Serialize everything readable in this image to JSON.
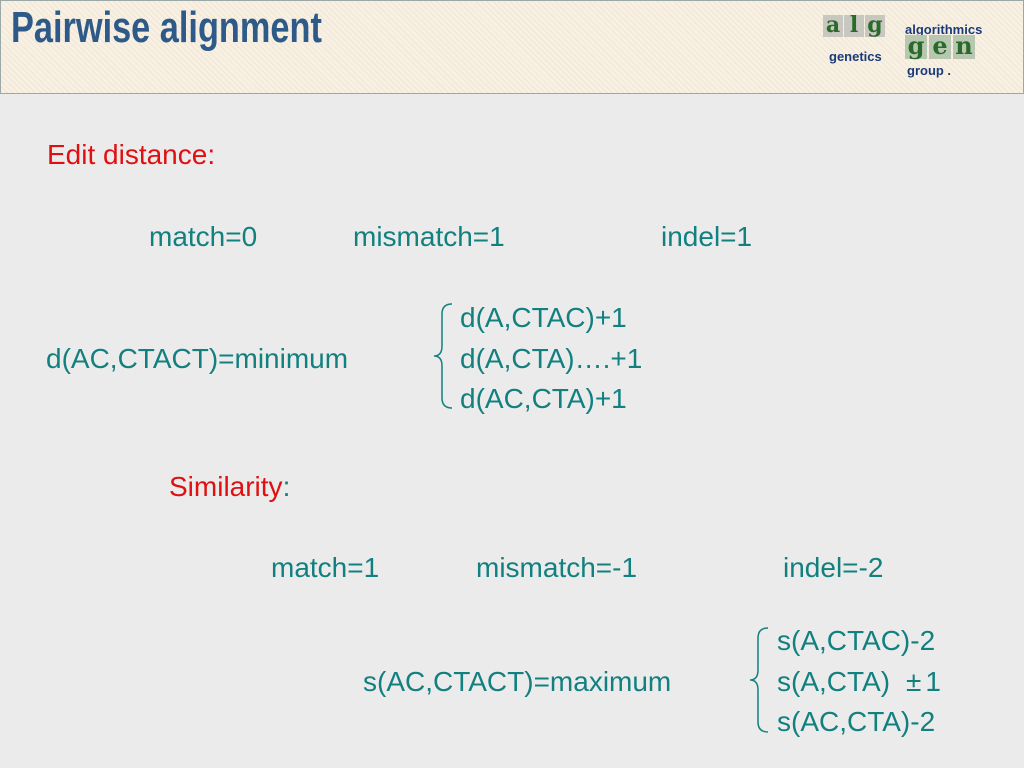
{
  "header": {
    "title": "Pairwise alignment",
    "logo": {
      "letters_top": [
        "a",
        "l",
        "g"
      ],
      "letters_bottom": [
        "g",
        "e",
        "n"
      ],
      "text_algorithmics": "algorithmics",
      "text_genetics": "genetics",
      "text_group": "group ."
    }
  },
  "edit": {
    "heading": "Edit distance:",
    "match": "match=0",
    "mismatch": "mismatch=1",
    "indel": "indel=1",
    "lhs": "d(AC,CTACT)=minimum",
    "options": [
      "d(A,CTAC)+1",
      "d(A,CTA)….+1",
      "d(AC,CTA)+1"
    ]
  },
  "similarity": {
    "heading": "Similarity",
    "heading_colon": ":",
    "match": "match=1",
    "mismatch": "mismatch=-1",
    "indel": "indel=-2",
    "lhs": "s(AC,CTACT)=maximum",
    "option1": "s(A,CTAC)-2",
    "option2_prefix": "s(A,CTA)",
    "option2_pm": "±",
    "option2_suffix": "1",
    "option3": "s(AC,CTA)-2"
  },
  "colors": {
    "title": "#2d5a88",
    "text": "#138080",
    "heading": "#e01010",
    "background": "#ebebeb"
  }
}
